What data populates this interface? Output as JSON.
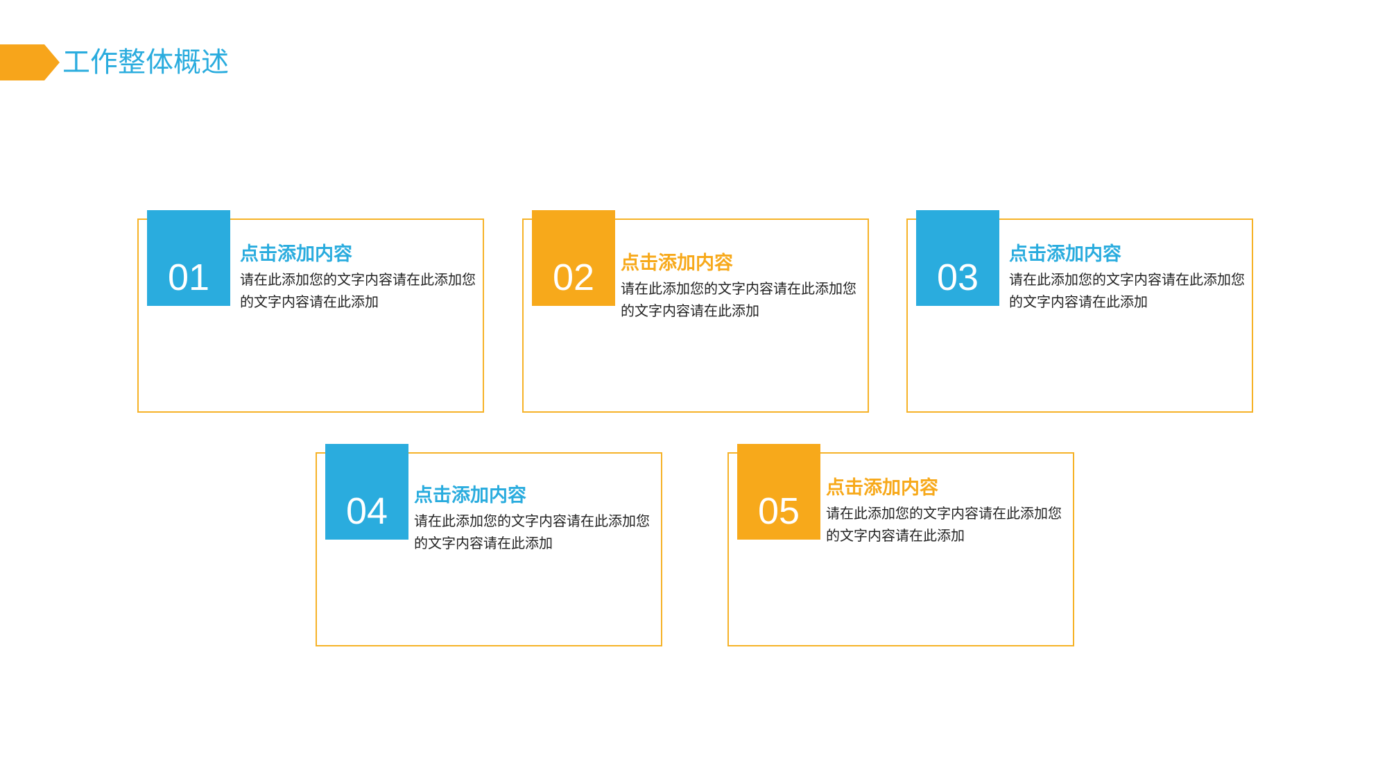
{
  "header": {
    "title": "工作整体概述",
    "accent_color": "#F7A51B",
    "title_color": "#2AACDE"
  },
  "cards": [
    {
      "number": "01",
      "title": "点击添加内容",
      "description": "请在此添加您的文字内容请在此添加您的文字内容请在此添加",
      "color": "#2AACDE"
    },
    {
      "number": "02",
      "title": "点击添加内容",
      "description": "请在此添加您的文字内容请在此添加您的文字内容请在此添加",
      "color": "#F7A91B"
    },
    {
      "number": "03",
      "title": "点击添加内容",
      "description": "请在此添加您的文字内容请在此添加您的文字内容请在此添加",
      "color": "#2AACDE"
    },
    {
      "number": "04",
      "title": "点击添加内容",
      "description": "请在此添加您的文字内容请在此添加您的文字内容请在此添加",
      "color": "#2AACDE"
    },
    {
      "number": "05",
      "title": "点击添加内容",
      "description": "请在此添加您的文字内容请在此添加您的文字内容请在此添加",
      "color": "#F7A91B"
    }
  ],
  "card_border_color": "#F6B227"
}
